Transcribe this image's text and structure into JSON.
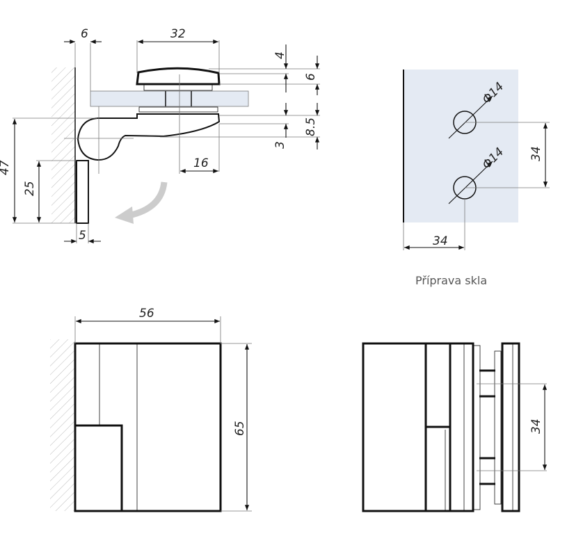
{
  "side_view": {
    "dims": {
      "wall_gap": "6",
      "cap_width": "32",
      "cap_top": "4",
      "cap_height": "6",
      "base_height": "8.5",
      "base_gap": "3",
      "offset": "16",
      "total_height": "47",
      "leaf_height": "25",
      "leaf_width": "5"
    }
  },
  "glass_prep": {
    "hole_top": "Φ14",
    "hole_bottom": "Φ14",
    "hole_spacing": "34",
    "edge_distance": "34",
    "caption": "Příprava skla",
    "glass_color": "#e4eaf3"
  },
  "front_view": {
    "width": "56",
    "height": "65"
  },
  "rear_view": {
    "bolt_spacing": "34"
  }
}
